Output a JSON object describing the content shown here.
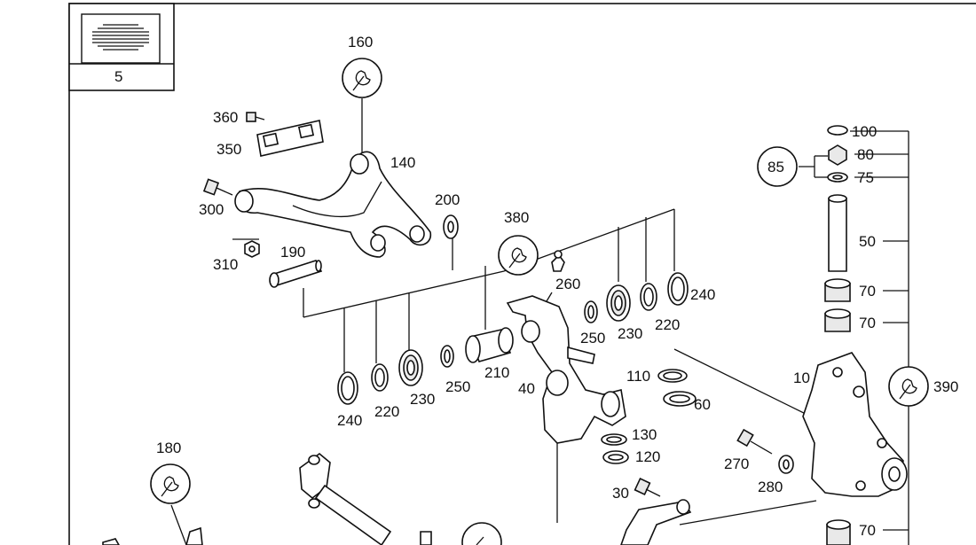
{
  "page_badge": "5",
  "wrench_labels": [
    "160",
    "380",
    "180",
    "390"
  ],
  "group_label": "85",
  "callouts": [
    "360",
    "350",
    "140",
    "300",
    "310",
    "190",
    "200",
    "260",
    "240",
    "220",
    "230",
    "250",
    "210",
    "40",
    "250",
    "230",
    "220",
    "240",
    "110",
    "60",
    "130",
    "120",
    "10",
    "100",
    "80",
    "75",
    "50",
    "70",
    "70",
    "270",
    "280",
    "30",
    "70"
  ]
}
